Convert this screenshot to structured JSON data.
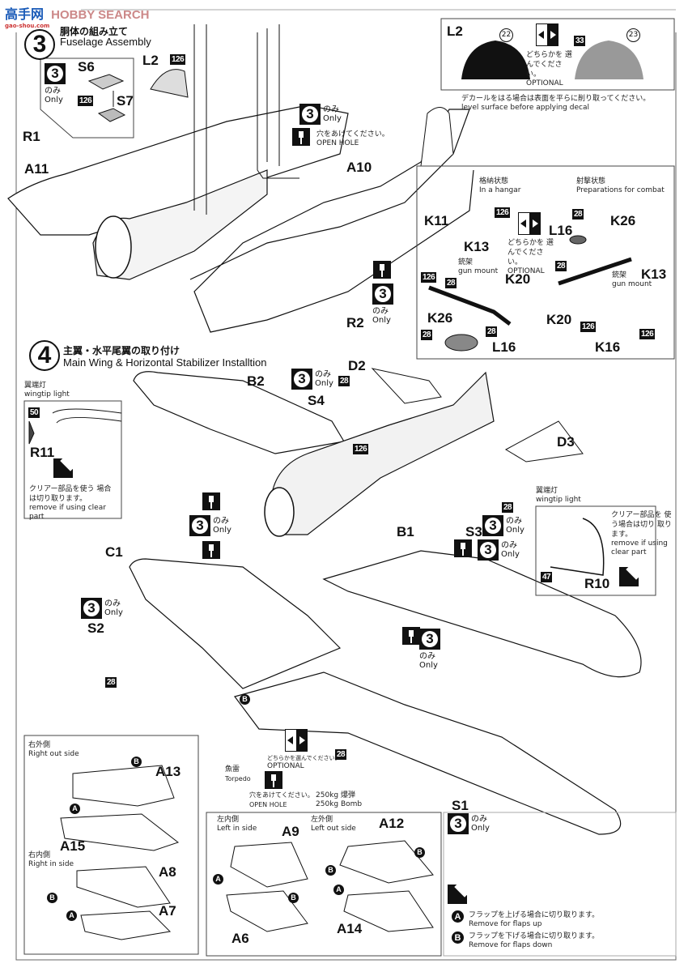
{
  "watermark": {
    "logo": "高手网",
    "text": "HOBBY SEARCH",
    "url_text": "gao-shou.com"
  },
  "step3": {
    "number": "3",
    "title_jp": "胴体の組み立て",
    "title_en": "Fuselage Assembly",
    "parts": [
      "S6",
      "S7",
      "L2",
      "R1",
      "A11",
      "A10",
      "R2"
    ],
    "paint_codes": [
      "126",
      "126",
      "126"
    ],
    "only_badge": {
      "number": "3",
      "jp": "のみ",
      "en": "Only"
    },
    "open_hole": {
      "jp": "穴をあけてください。",
      "en": "OPEN HOLE"
    },
    "decal_box": {
      "part": "L2",
      "decal_left": "22",
      "decal_right": "23",
      "paint_code": "33",
      "optional_jp": "どちらかを 選んでください。",
      "optional_en": "OPTIONAL",
      "note_jp": "デカールをはる場合は表面を平らに削り取ってください。",
      "note_en": "level surface before applying decal"
    },
    "gun_box": {
      "hangar_jp": "格納状態",
      "hangar_en": "In a hangar",
      "combat_jp": "射撃状態",
      "combat_en": "Preparations for combat",
      "gun_mount_jp": "銃架",
      "gun_mount_en": "gun mount",
      "optional_jp": "どちらかを 選んでください。",
      "optional_en": "OPTIONAL",
      "left_parts": [
        "K11",
        "K13",
        "K20",
        "K26",
        "L16"
      ],
      "right_parts": [
        "L16",
        "K26",
        "K13",
        "K20",
        "K16"
      ],
      "paint_codes": [
        "126",
        "126",
        "28",
        "28",
        "28",
        "28",
        "28",
        "126",
        "126"
      ]
    }
  },
  "step4": {
    "number": "4",
    "title_jp": "主翼・水平尾翼の取り付け",
    "title_en": "Main Wing & Horizontal Stabilizer Installtion",
    "parts": [
      "B2",
      "D2",
      "S4",
      "D3",
      "B1",
      "C1",
      "S2",
      "S3",
      "S1"
    ],
    "paint_codes": [
      "28",
      "126",
      "28",
      "28",
      "28"
    ],
    "only_badge": {
      "number": "3",
      "jp": "のみ",
      "en": "Only"
    },
    "wingtip_left": {
      "title_jp": "翼端灯",
      "title_en": "wingtip light",
      "part": "R11",
      "paint_code": "50",
      "note_jp": "クリアー部品を使う 場合は切り取ります。",
      "note_en": "remove if using clear part"
    },
    "wingtip_right": {
      "title_jp": "翼端灯",
      "title_en": "wingtip light",
      "part": "R10",
      "paint_code": "47",
      "note_jp": "クリアー部品を 使う場合は切り 取ります。",
      "note_en": "remove if using clear part"
    },
    "center": {
      "torpedo_jp": "魚雷",
      "torpedo_en": "Torpedo",
      "bomb_jp": "250kg 爆弾",
      "bomb_en": "250kg Bomb",
      "optional_jp": "どちらかを選んでください。",
      "optional_en": "OPTIONAL",
      "hole_jp": "穴をあけてください。",
      "hole_en": "OPEN HOLE"
    },
    "flaps_right": {
      "out_jp": "右外側",
      "out_en": "Right out side",
      "in_jp": "右内側",
      "in_en": "Right in side",
      "parts": [
        "A13",
        "A15",
        "A8",
        "A7"
      ]
    },
    "flaps_left": {
      "in_jp": "左内側",
      "in_en": "Left in side",
      "out_jp": "左外側",
      "out_en": "Left out side",
      "parts": [
        "A9",
        "A6",
        "A12",
        "A14"
      ]
    },
    "legend": {
      "a_letter": "A",
      "a_jp": "フラップを上げる場合に切り取ります。",
      "a_en": "Remove for flaps up",
      "b_letter": "B",
      "b_jp": "フラップを下げる場合に切り取ります。",
      "b_en": "Remove for flaps down"
    }
  }
}
